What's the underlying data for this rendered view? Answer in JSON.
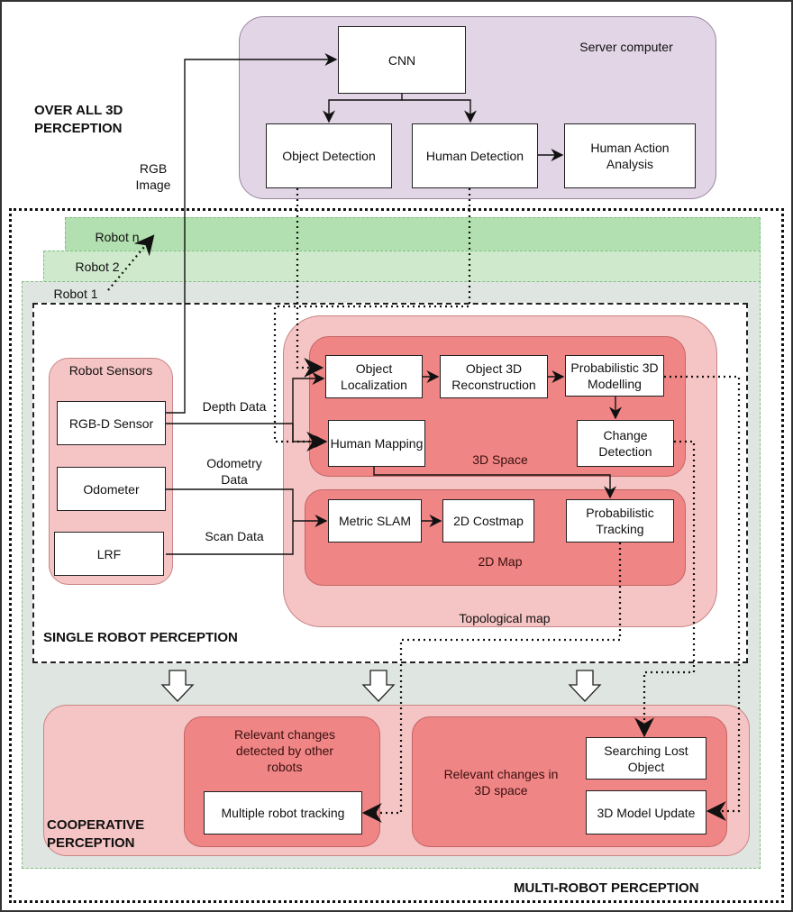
{
  "title": "Multi-robot 3D perception architecture",
  "sections": {
    "overall": "OVER ALL 3D PERCEPTION",
    "single": "SINGLE ROBOT PERCEPTION",
    "cooperative": "COOPERATIVE PERCEPTION",
    "multi": "MULTI-ROBOT PERCEPTION"
  },
  "server": {
    "label": "Server computer",
    "cnn": "CNN",
    "object_detection": "Object Detection",
    "human_detection": "Human Detection",
    "human_action": "Human Action Analysis"
  },
  "robots": [
    "Robot n",
    "Robot 2",
    "Robot 1"
  ],
  "sensors": {
    "title": "Robot Sensors",
    "items": [
      "RGB-D Sensor",
      "Odometer",
      "LRF"
    ]
  },
  "edges": {
    "rgb_image": "RGB Image",
    "depth_data": "Depth Data",
    "odometry_data": "Odometry Data",
    "scan_data": "Scan Data"
  },
  "space3d": {
    "label": "3D Space",
    "object_localization": "Object Localization",
    "object_3d_reconstruction": "Object 3D Reconstruction",
    "probabilistic_3d_modelling": "Probabilistic 3D Modelling",
    "human_mapping": "Human Mapping",
    "change_detection": "Change Detection"
  },
  "map2d": {
    "label": "2D Map",
    "metric_slam": "Metric SLAM",
    "costmap": "2D Costmap",
    "probabilistic_tracking": "Probabilistic Tracking"
  },
  "topological_map": "Topological map",
  "cooperative": {
    "other_robots": "Relevant changes detected by other robots",
    "multiple_robot_tracking": "Multiple robot tracking",
    "changes_3d": "Relevant changes in 3D space",
    "searching_lost_object": "Searching Lost Object",
    "model_update": "3D Model Update"
  }
}
